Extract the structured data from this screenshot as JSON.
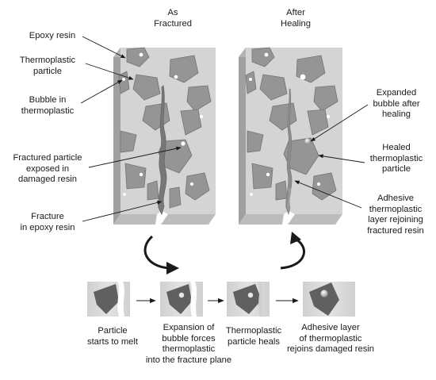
{
  "headers": {
    "as_fractured": [
      "As",
      "Fractured"
    ],
    "after_healing": [
      "After",
      "Healing"
    ]
  },
  "left_labels": {
    "epoxy_resin": [
      "Epoxy resin"
    ],
    "thermoplastic_particle": [
      "Thermoplastic",
      "particle"
    ],
    "bubble_in_thermoplastic": [
      "Bubble in",
      "thermoplastic"
    ],
    "fractured_particle": [
      "Fractured particle",
      "exposed in",
      "damaged resin"
    ],
    "fracture_in_epoxy": [
      "Fracture",
      "in epoxy resin"
    ]
  },
  "right_labels": {
    "expanded_bubble": [
      "Expanded",
      "bubble after",
      "healing"
    ],
    "healed_particle": [
      "Healed",
      "thermoplastic",
      "particle"
    ],
    "adhesive_layer": [
      "Adhesive",
      "thermoplastic",
      "layer rejoining",
      "fractured resin"
    ]
  },
  "steps": [
    {
      "lines": [
        "Particle",
        "starts to melt"
      ]
    },
    {
      "lines": [
        "Expansion of",
        "bubble forces",
        "thermoplastic",
        "into the fracture plane"
      ]
    },
    {
      "lines": [
        "Thermoplastic",
        "particle heals"
      ]
    },
    {
      "lines": [
        "Adhesive layer",
        "of thermoplastic",
        "rejoins damaged resin"
      ]
    }
  ],
  "colors": {
    "block_front": "#d4d4d4",
    "block_top": "#b2b2b2",
    "block_side": "#a0a0a0",
    "particle": "#939393",
    "particle_edge": "#6f6f6f",
    "crack": "#777777",
    "text": "#1a1a1a"
  }
}
